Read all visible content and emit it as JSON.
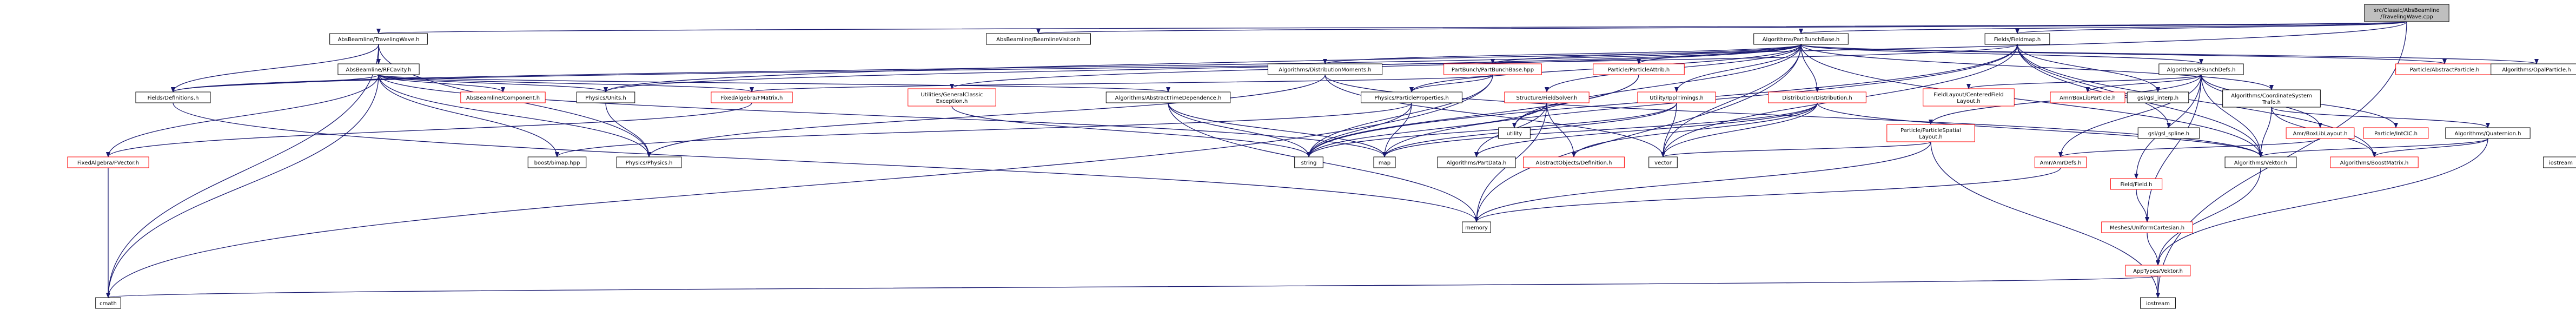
{
  "colors": {
    "edge": "#191970",
    "root_fill": "#bfbfbf",
    "node_fill": "#ffffff",
    "node_border": "#000000",
    "missing_border": "#ff0000",
    "text": "#000000"
  },
  "nodes": [
    {
      "id": "root",
      "lines": [
        "src/Classic/AbsBeamline",
        "/TravelingWave.cpp"
      ],
      "kind": "root"
    },
    {
      "id": "tw",
      "lines": [
        "AbsBeamline/TravelingWave.h"
      ],
      "kind": "normal"
    },
    {
      "id": "bv",
      "lines": [
        "AbsBeamline/BeamlineVisitor.h"
      ],
      "kind": "normal"
    },
    {
      "id": "pbunch",
      "lines": [
        "Algorithms/PartBunchBase.h"
      ],
      "kind": "normal"
    },
    {
      "id": "fieldmap",
      "lines": [
        "Fields/Fieldmap.h"
      ],
      "kind": "normal"
    },
    {
      "id": "rfcav",
      "lines": [
        "AbsBeamline/RFCavity.h"
      ],
      "kind": "normal"
    },
    {
      "id": "distmom",
      "lines": [
        "Algorithms/DistributionMoments.h"
      ],
      "kind": "normal"
    },
    {
      "id": "pbunchhpp",
      "lines": [
        "PartBunch/PartBunchBase.hpp"
      ],
      "kind": "missing"
    },
    {
      "id": "partattrib",
      "lines": [
        "Particle/ParticleAttrib.h"
      ],
      "kind": "missing"
    },
    {
      "id": "pbunchcells",
      "lines": [
        "Algorithms/PBunchDefs.h"
      ],
      "kind": "normal"
    },
    {
      "id": "abspart",
      "lines": [
        "Particle/AbstractParticle.h"
      ],
      "kind": "missing"
    },
    {
      "id": "opalpart",
      "lines": [
        "Algorithms/OpalParticle.h"
      ],
      "kind": "normal"
    },
    {
      "id": "coordtf",
      "lines": [
        "Algorithms/CoordinateSystem",
        "Trafo.h"
      ],
      "kind": "normal"
    },
    {
      "id": "fielddefs",
      "lines": [
        "Fields/Definitions.h"
      ],
      "kind": "normal"
    },
    {
      "id": "component",
      "lines": [
        "AbsBeamline/Component.h"
      ],
      "kind": "missing"
    },
    {
      "id": "physunits",
      "lines": [
        "Physics/Units.h"
      ],
      "kind": "normal"
    },
    {
      "id": "fmatrix",
      "lines": [
        "FixedAlgebra/FMatrix.h"
      ],
      "kind": "missing"
    },
    {
      "id": "genex",
      "lines": [
        "Utilities/GeneralClassic",
        "Exception.h"
      ],
      "kind": "missing"
    },
    {
      "id": "abstime",
      "lines": [
        "Algorithms/AbstractTimeDependence.h"
      ],
      "kind": "normal"
    },
    {
      "id": "partprops",
      "lines": [
        "Physics/ParticleProperties.h"
      ],
      "kind": "normal"
    },
    {
      "id": "structfs",
      "lines": [
        "Structure/FieldSolver.h"
      ],
      "kind": "missing"
    },
    {
      "id": "ipptimings",
      "lines": [
        "Utility/IpplTimings.h"
      ],
      "kind": "missing"
    },
    {
      "id": "distdist",
      "lines": [
        "Distribution/Distribution.h"
      ],
      "kind": "missing"
    },
    {
      "id": "centeredfl",
      "lines": [
        "FieldLayout/CenteredField",
        "Layout.h"
      ],
      "kind": "missing"
    },
    {
      "id": "amrboxlibp",
      "lines": [
        "Amr/BoxLibParticle.h"
      ],
      "kind": "missing"
    },
    {
      "id": "gslinterp",
      "lines": [
        "gsl/gsl_interp.h"
      ],
      "kind": "normal"
    },
    {
      "id": "gslspline",
      "lines": [
        "gsl/gsl_spline.h"
      ],
      "kind": "normal"
    },
    {
      "id": "amrboxliblay",
      "lines": [
        "Amr/BoxLibLayout.h"
      ],
      "kind": "missing"
    },
    {
      "id": "partspatial",
      "lines": [
        "Particle/ParticleSpatial",
        "Layout.h"
      ],
      "kind": "missing"
    },
    {
      "id": "partintcic",
      "lines": [
        "Particle/IntCIC.h"
      ],
      "kind": "missing"
    },
    {
      "id": "quaternion",
      "lines": [
        "Algorithms/Quaternion.h"
      ],
      "kind": "normal"
    },
    {
      "id": "iostream",
      "lines": [
        "iostream"
      ],
      "kind": "normal"
    },
    {
      "id": "fvector",
      "lines": [
        "FixedAlgebra/FVector.h"
      ],
      "kind": "missing"
    },
    {
      "id": "boostbimap",
      "lines": [
        "boost/bimap.hpp"
      ],
      "kind": "normal"
    },
    {
      "id": "physphys",
      "lines": [
        "Physics/Physics.h"
      ],
      "kind": "normal"
    },
    {
      "id": "string",
      "lines": [
        "string"
      ],
      "kind": "normal"
    },
    {
      "id": "map",
      "lines": [
        "map"
      ],
      "kind": "normal"
    },
    {
      "id": "partdata",
      "lines": [
        "Algorithms/PartData.h"
      ],
      "kind": "normal"
    },
    {
      "id": "absdef",
      "lines": [
        "AbstractObjects/Definition.h"
      ],
      "kind": "missing"
    },
    {
      "id": "vector",
      "lines": [
        "vector"
      ],
      "kind": "normal"
    },
    {
      "id": "utility",
      "lines": [
        "utility"
      ],
      "kind": "normal"
    },
    {
      "id": "algvektor",
      "lines": [
        "Algorithms/Vektor.h"
      ],
      "kind": "normal"
    },
    {
      "id": "boostmatrix",
      "lines": [
        "Algorithms/BoostMatrix.h"
      ],
      "kind": "missing"
    },
    {
      "id": "amrdefs",
      "lines": [
        "Amr/AmrDefs.h"
      ],
      "kind": "missing"
    },
    {
      "id": "fieldfield",
      "lines": [
        "Field/Field.h"
      ],
      "kind": "missing"
    },
    {
      "id": "meshuc",
      "lines": [
        "Meshes/UniformCartesian.h"
      ],
      "kind": "missing"
    },
    {
      "id": "apptypes",
      "lines": [
        "AppTypes/Vektor.h"
      ],
      "kind": "missing"
    },
    {
      "id": "memory",
      "lines": [
        "memory"
      ],
      "kind": "normal"
    },
    {
      "id": "cmath",
      "lines": [
        "cmath"
      ],
      "kind": "normal"
    },
    {
      "id": "cstream",
      "lines": [
        "iostream"
      ],
      "kind": "normal"
    }
  ],
  "edges": [
    [
      "root",
      "tw"
    ],
    [
      "root",
      "bv"
    ],
    [
      "root",
      "pbunch"
    ],
    [
      "root",
      "fieldmap"
    ],
    [
      "root",
      "physunits"
    ],
    [
      "root",
      "cstream"
    ],
    [
      "tw",
      "rfcav"
    ],
    [
      "tw",
      "fielddefs"
    ],
    [
      "tw",
      "physphys"
    ],
    [
      "tw",
      "cmath"
    ],
    [
      "rfcav",
      "fielddefs"
    ],
    [
      "rfcav",
      "component"
    ],
    [
      "rfcav",
      "fmatrix"
    ],
    [
      "rfcav",
      "abstime"
    ],
    [
      "rfcav",
      "physunits"
    ],
    [
      "rfcav",
      "physphys"
    ],
    [
      "rfcav",
      "boostbimap"
    ],
    [
      "rfcav",
      "fvector"
    ],
    [
      "rfcav",
      "cmath"
    ],
    [
      "rfcav",
      "map"
    ],
    [
      "pbunch",
      "distmom"
    ],
    [
      "pbunch",
      "pbunchhpp"
    ],
    [
      "pbunch",
      "partattrib"
    ],
    [
      "pbunch",
      "pbunchcells"
    ],
    [
      "pbunch",
      "abspart"
    ],
    [
      "pbunch",
      "opalpart"
    ],
    [
      "pbunch",
      "coordtf"
    ],
    [
      "pbunch",
      "fielddefs"
    ],
    [
      "pbunch",
      "physunits"
    ],
    [
      "pbunch",
      "genex"
    ],
    [
      "pbunch",
      "partprops"
    ],
    [
      "pbunch",
      "structfs"
    ],
    [
      "pbunch",
      "ipptimings"
    ],
    [
      "pbunch",
      "distdist"
    ],
    [
      "pbunch",
      "algvektor"
    ],
    [
      "pbunch",
      "memory"
    ],
    [
      "pbunch",
      "vector"
    ],
    [
      "pbunch",
      "utility"
    ],
    [
      "fieldmap",
      "fielddefs"
    ],
    [
      "fieldmap",
      "gslinterp"
    ],
    [
      "fieldmap",
      "gslspline"
    ],
    [
      "fieldmap",
      "string"
    ],
    [
      "fieldmap",
      "map"
    ],
    [
      "fieldmap",
      "vector"
    ],
    [
      "fieldmap",
      "algvektor"
    ],
    [
      "fieldmap",
      "boostmatrix"
    ],
    [
      "distmom",
      "algvektor"
    ],
    [
      "distmom",
      "vector"
    ],
    [
      "distmom",
      "physphys"
    ],
    [
      "pbunchhpp",
      "partprops"
    ],
    [
      "pbunchhpp",
      "fmatrix"
    ],
    [
      "pbunchhpp",
      "string"
    ],
    [
      "pbunchhpp",
      "cmath"
    ],
    [
      "partattrib",
      "utility"
    ],
    [
      "partattrib",
      "string"
    ],
    [
      "pbunchcells",
      "centeredfl"
    ],
    [
      "pbunchcells",
      "amrboxlibp"
    ],
    [
      "pbunchcells",
      "amrboxliblay"
    ],
    [
      "pbunchcells",
      "partspatial"
    ],
    [
      "pbunchcells",
      "partintcic"
    ],
    [
      "pbunchcells",
      "algvektor"
    ],
    [
      "pbunchcells",
      "fieldfield"
    ],
    [
      "pbunchcells",
      "meshuc"
    ],
    [
      "pbunchcells",
      "amrdefs"
    ],
    [
      "coordtf",
      "quaternion"
    ],
    [
      "coordtf",
      "algvektor"
    ],
    [
      "coordtf",
      "boostmatrix"
    ],
    [
      "quaternion",
      "algvektor"
    ],
    [
      "quaternion",
      "boostmatrix"
    ],
    [
      "quaternion",
      "apptypes"
    ],
    [
      "abstime",
      "map"
    ],
    [
      "abstime",
      "string"
    ],
    [
      "abstime",
      "memory"
    ],
    [
      "partprops",
      "string"
    ],
    [
      "partprops",
      "map"
    ],
    [
      "partprops",
      "boostbimap"
    ],
    [
      "structfs",
      "partdata"
    ],
    [
      "structfs",
      "absdef"
    ],
    [
      "structfs",
      "string"
    ],
    [
      "structfs",
      "memory"
    ],
    [
      "ipptimings",
      "string"
    ],
    [
      "ipptimings",
      "map"
    ],
    [
      "ipptimings",
      "vector"
    ],
    [
      "distdist",
      "partdata"
    ],
    [
      "distdist",
      "absdef"
    ],
    [
      "distdist",
      "vector"
    ],
    [
      "distdist",
      "map"
    ],
    [
      "distdist",
      "algvektor"
    ],
    [
      "partspatial",
      "vector"
    ],
    [
      "partspatial",
      "memory"
    ],
    [
      "partspatial",
      "cstream"
    ],
    [
      "amrboxliblay",
      "amrdefs"
    ],
    [
      "amrdefs",
      "memory"
    ],
    [
      "fieldfield",
      "meshuc"
    ],
    [
      "meshuc",
      "apptypes"
    ],
    [
      "algvektor",
      "apptypes"
    ],
    [
      "apptypes",
      "cmath"
    ],
    [
      "apptypes",
      "cstream"
    ],
    [
      "physunits",
      "physphys"
    ],
    [
      "fmatrix",
      "fvector"
    ],
    [
      "fvector",
      "cmath"
    ],
    [
      "fielddefs",
      "memory"
    ],
    [
      "genex",
      "string"
    ]
  ]
}
